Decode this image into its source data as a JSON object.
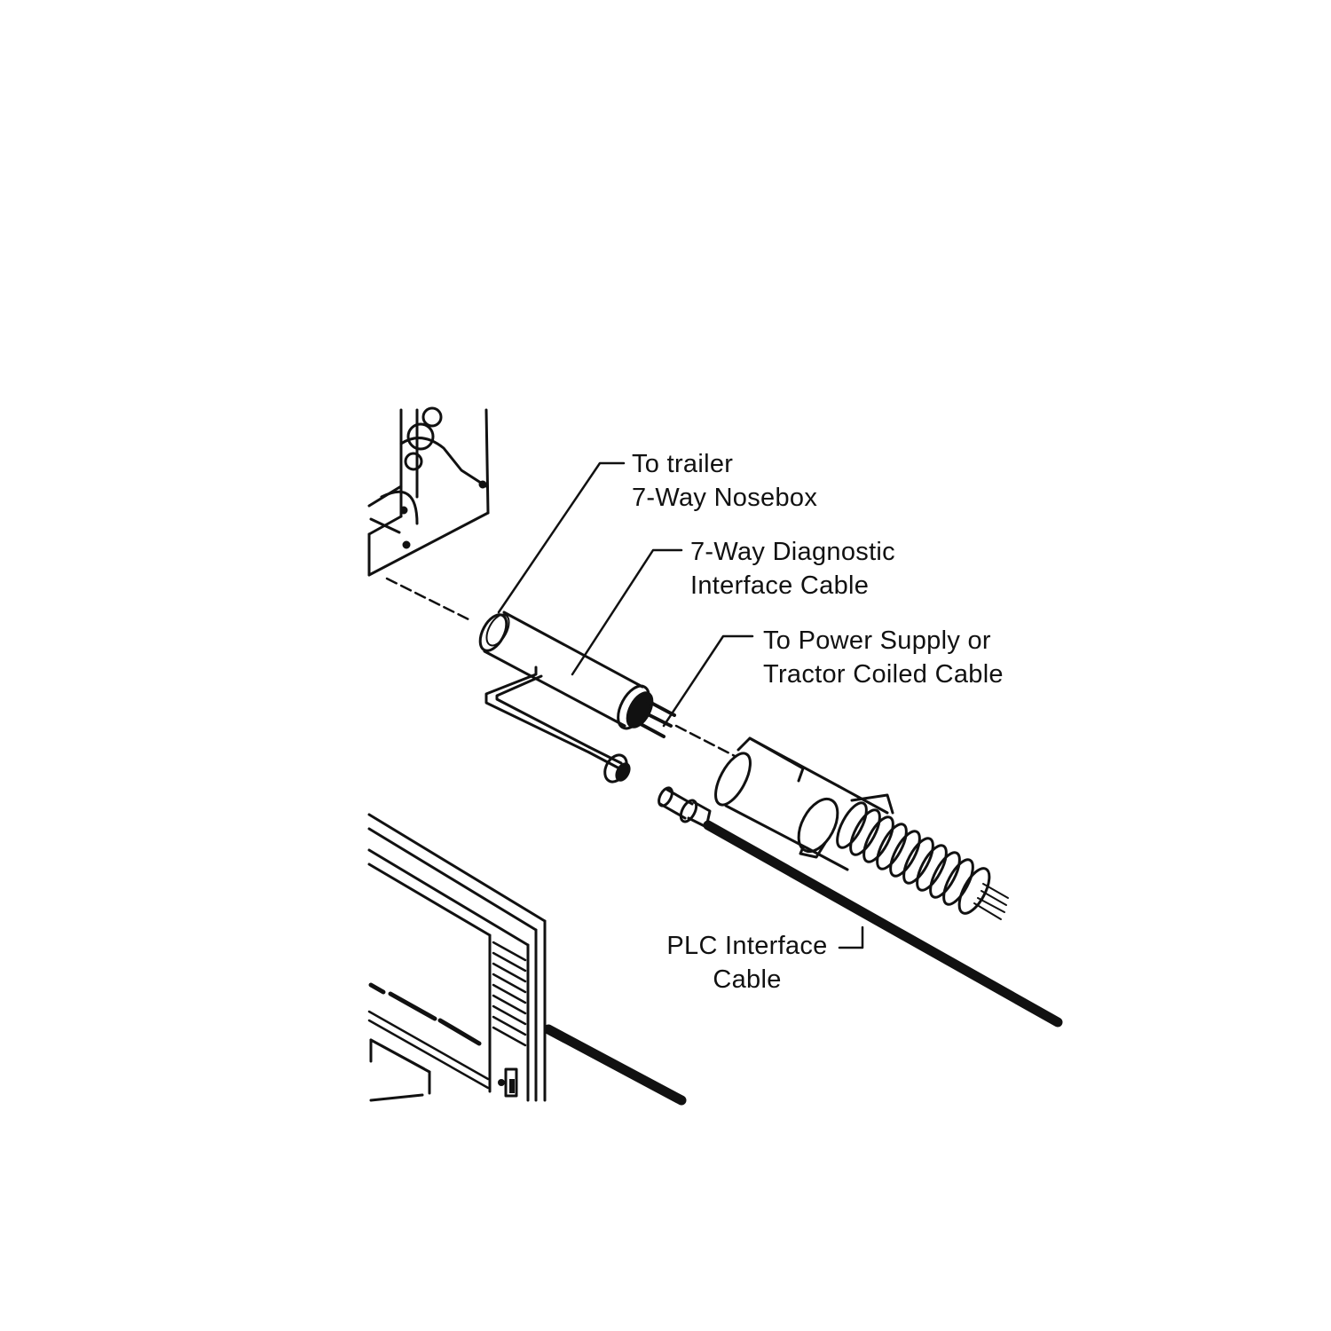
{
  "callouts": {
    "trailer_nosebox": {
      "line1": "To trailer",
      "line2": "7-Way Nosebox"
    },
    "diagnostic_cable": {
      "line1": "7-Way Diagnostic",
      "line2": "Interface Cable"
    },
    "power_supply": {
      "line1": "To Power Supply or",
      "line2": "Tractor Coiled Cable"
    },
    "plc_cable": {
      "line1": "PLC Interface",
      "line2": "Cable"
    }
  },
  "colors": {
    "ink": "#111111",
    "background": "#ffffff"
  }
}
